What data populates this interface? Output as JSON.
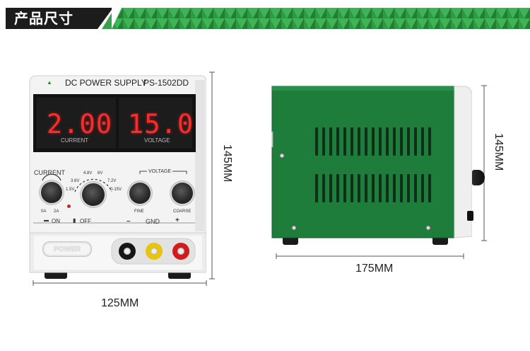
{
  "header": {
    "title": "产品尺寸"
  },
  "front": {
    "brand_name": "DC POWER SUPPLY",
    "model": "PS-1502DD",
    "current_display": "2.00",
    "current_label": "CURRENT",
    "voltage_display": "15.0",
    "voltage_label": "VOLTAGE",
    "current_knob_label": "CURRENT",
    "current_min": "0A",
    "current_max": "2A",
    "voltage_section_label": "VOLTAGE",
    "range_options": [
      "3.6V",
      "4.8V",
      "6V",
      "7.2V",
      "1.5V",
      "0-15V"
    ],
    "fine_label": "FINE",
    "coarse_label": "COARSE",
    "on_label": "ON",
    "off_label": "OFF",
    "minus_label": "–",
    "gnd_label": "GND",
    "plus_label": "+",
    "power_button_label": "POWER"
  },
  "dimensions": {
    "height": "145MM",
    "width": "125MM",
    "depth": "175MM",
    "side_height": "145MM"
  },
  "colors": {
    "panel": "#f4f4f4",
    "display": "#141414",
    "digit": "#ff2a2a",
    "side_body": "#1f7d3c",
    "banner": "#2f9a45",
    "header": "#1c1c1c"
  }
}
